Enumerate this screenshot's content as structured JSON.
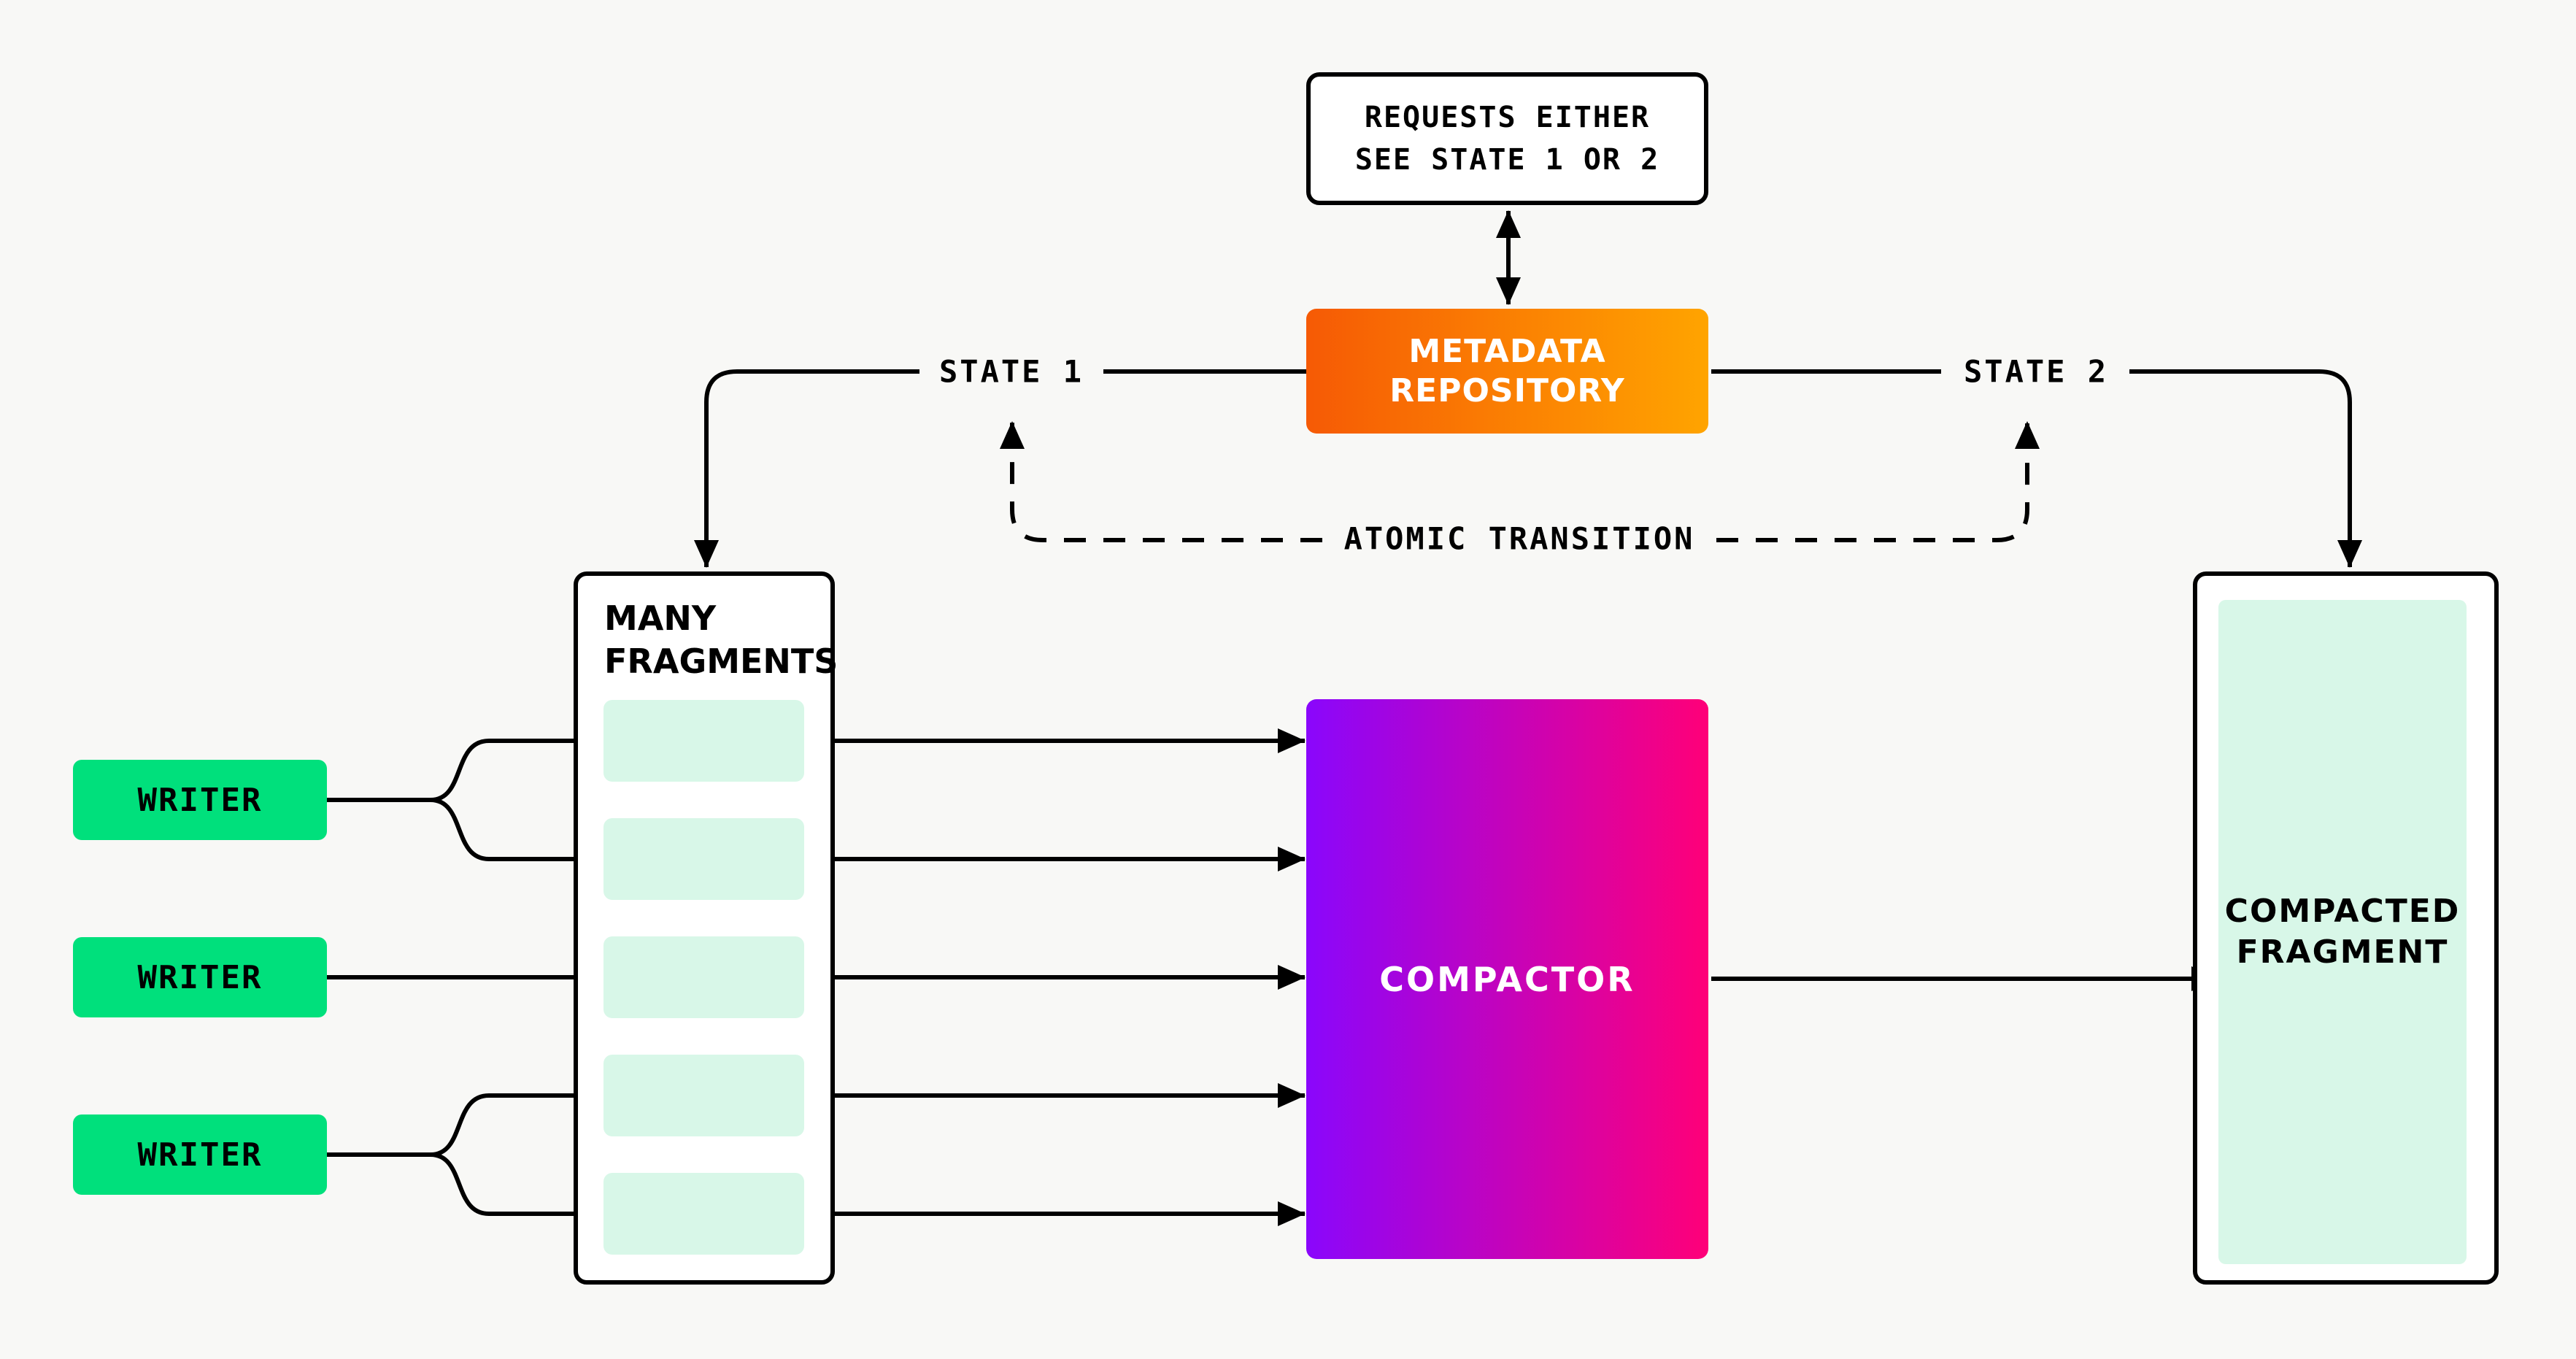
{
  "diagram": {
    "requests_box": {
      "label": "REQUESTS EITHER\nSEE STATE 1 OR 2"
    },
    "metadata_repository": {
      "label": "METADATA\nREPOSITORY",
      "gradient_left": "#f65a05",
      "gradient_right": "#ffa400"
    },
    "state_1": {
      "label": "STATE 1"
    },
    "state_2": {
      "label": "STATE 2"
    },
    "atomic_transition": {
      "label": "ATOMIC TRANSITION"
    },
    "many_fragments": {
      "label": "MANY\nFRAGMENTS",
      "fragment_count": 5
    },
    "writers": [
      {
        "label": "WRITER"
      },
      {
        "label": "WRITER"
      },
      {
        "label": "WRITER"
      }
    ],
    "compactor": {
      "label": "COMPACTOR",
      "gradient_left": "#8a06fc",
      "gradient_right": "#ff0078"
    },
    "compacted_fragment": {
      "label": "COMPACTED\nFRAGMENT"
    },
    "colors": {
      "background": "#f8f8f6",
      "writer_green": "#00e07c",
      "fragment_mint": "#d8f7e8",
      "line_black": "#000000",
      "box_white": "#ffffff"
    }
  }
}
